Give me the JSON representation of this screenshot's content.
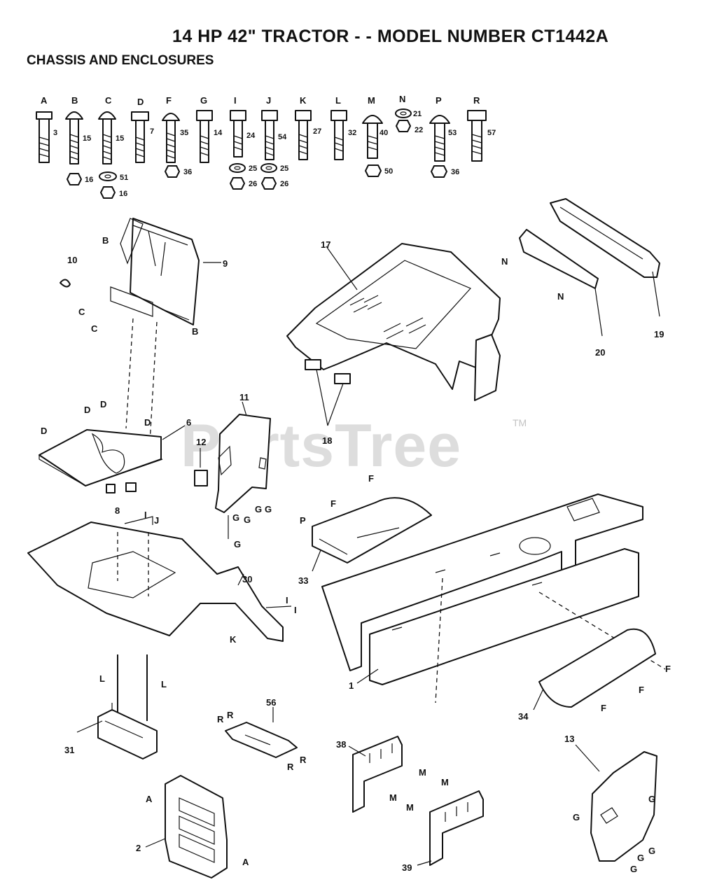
{
  "header": {
    "title": "14 HP 42\" TRACTOR - - MODEL NUMBER CT1442A",
    "subtitle": "CHASSIS AND ENCLOSURES"
  },
  "watermark": {
    "text": "PartsTree",
    "tm": "TM"
  },
  "hardware": {
    "letters": [
      "A",
      "B",
      "C",
      "D",
      "F",
      "G",
      "I",
      "J",
      "K",
      "L",
      "M",
      "N",
      "P",
      "R"
    ],
    "bolt_numbers": [
      "3",
      "15",
      "15",
      "7",
      "35",
      "14",
      "24",
      "54",
      "27",
      "32",
      "40",
      "53",
      "57"
    ],
    "n_numbers": [
      "21",
      "22"
    ],
    "nut_numbers": {
      "b_nut": "16",
      "c_washer": "51",
      "c_nut": "16",
      "f_nut": "36",
      "i_washer": "25",
      "i_nut": "26",
      "j_washer": "25",
      "j_nut": "26",
      "m_nut": "50",
      "p_nut": "36"
    }
  },
  "callouts": {
    "p1": "1",
    "p2": "2",
    "p6": "6",
    "p8": "8",
    "p9": "9",
    "p10": "10",
    "p11": "11",
    "p12": "12",
    "p13": "13",
    "p17": "17",
    "p18": "18",
    "p19": "19",
    "p20": "20",
    "p30": "30",
    "p31": "31",
    "p33": "33",
    "p34": "34",
    "p38": "38",
    "p39": "39",
    "p56": "56"
  },
  "refs": {
    "A": "A",
    "B": "B",
    "C": "C",
    "D": "D",
    "F": "F",
    "G": "G",
    "I": "I",
    "J": "J",
    "K": "K",
    "L": "L",
    "M": "M",
    "N": "N",
    "P": "P",
    "R": "R"
  }
}
